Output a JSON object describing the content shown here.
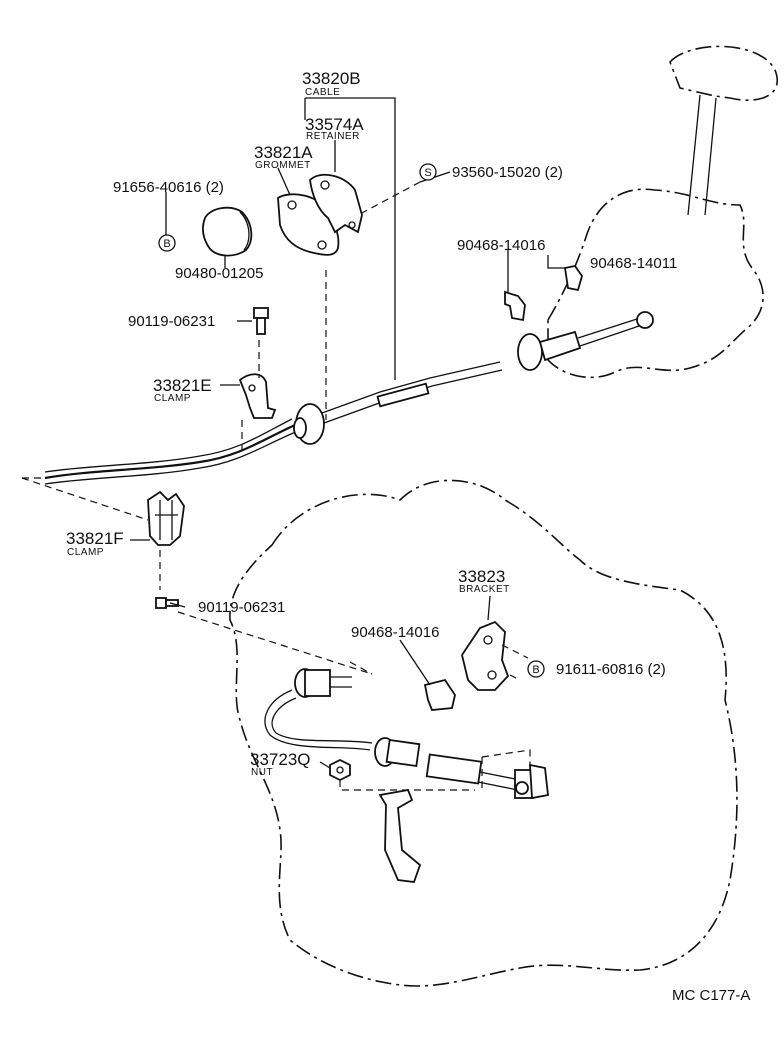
{
  "callouts": [
    {
      "num": "33820B",
      "desc": "CABLE"
    },
    {
      "num": "33574A",
      "desc": "RETAINER"
    },
    {
      "num": "33821A",
      "desc": "GROMMET"
    },
    {
      "num": "93560-15020 (2)",
      "marker": "S"
    },
    {
      "num": "91656-40616 (2)",
      "marker": "B"
    },
    {
      "num": "90480-01205"
    },
    {
      "num": "90468-14016"
    },
    {
      "num": "90468-14011"
    },
    {
      "num": "90119-06231"
    },
    {
      "num": "33821E",
      "desc": "CLAMP"
    },
    {
      "num": "33821F",
      "desc": "CLAMP"
    },
    {
      "num": "90119-06231"
    },
    {
      "num": "33823",
      "desc": "BRACKET"
    },
    {
      "num": "90468-14016"
    },
    {
      "num": "91611-60816 (2)",
      "marker": "B"
    },
    {
      "num": "33723Q",
      "desc": "NUT"
    }
  ],
  "figure_code": "MC C177-A",
  "colors": {
    "ink": "#111111",
    "paper": "#ffffff"
  }
}
